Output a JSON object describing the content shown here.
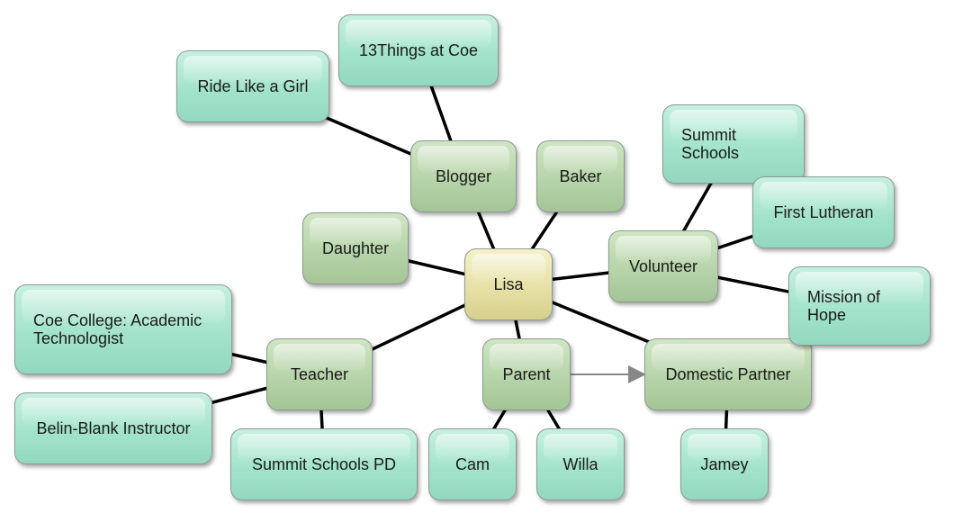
{
  "colors": {
    "teal": "#a3e3cc",
    "green": "#b6d4a9",
    "center": "#e6e1a6",
    "edge": "#000000",
    "arrow": "#888888"
  },
  "nodes": {
    "lisa": "Lisa",
    "blogger": "Blogger",
    "baker": "Baker",
    "daughter": "Daughter",
    "volunteer": "Volunteer",
    "teacher": "Teacher",
    "parent": "Parent",
    "domestic_partner": "Domestic Partner",
    "ride_like_a_girl": "Ride Like a Girl",
    "things_at_coe": "13Things at Coe",
    "summit_schools": "Summit Schools",
    "first_lutheran": "First Lutheran",
    "mission_of_hope": "Mission of Hope",
    "coe_college": "Coe College: Academic Technologist",
    "belin_blank": "Belin-Blank Instructor",
    "summit_schools_pd": "Summit Schools PD",
    "cam": "Cam",
    "willa": "Willa",
    "jamey": "Jamey"
  },
  "edges": [
    [
      "lisa",
      "blogger"
    ],
    [
      "lisa",
      "baker"
    ],
    [
      "lisa",
      "daughter"
    ],
    [
      "lisa",
      "volunteer"
    ],
    [
      "lisa",
      "teacher"
    ],
    [
      "lisa",
      "parent"
    ],
    [
      "lisa",
      "domestic_partner"
    ],
    [
      "blogger",
      "ride_like_a_girl"
    ],
    [
      "blogger",
      "things_at_coe"
    ],
    [
      "volunteer",
      "summit_schools"
    ],
    [
      "volunteer",
      "first_lutheran"
    ],
    [
      "volunteer",
      "mission_of_hope"
    ],
    [
      "teacher",
      "coe_college"
    ],
    [
      "teacher",
      "belin_blank"
    ],
    [
      "teacher",
      "summit_schools_pd"
    ],
    [
      "parent",
      "cam"
    ],
    [
      "parent",
      "willa"
    ],
    [
      "domestic_partner",
      "jamey"
    ]
  ],
  "arrows": [
    [
      "parent",
      "domestic_partner"
    ]
  ]
}
